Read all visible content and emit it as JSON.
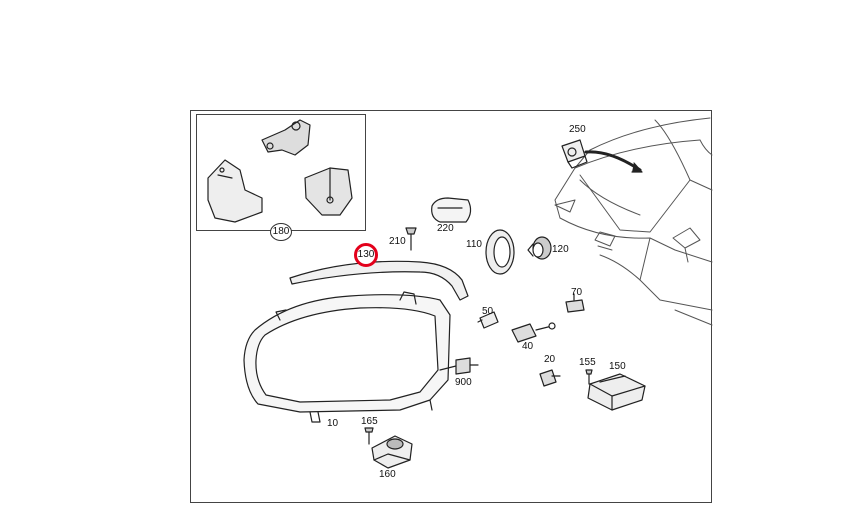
{
  "parts": {
    "p10": "10",
    "p20": "20",
    "p40": "40",
    "p50": "50",
    "p70": "70",
    "p110": "110",
    "p120": "120",
    "p130": "130",
    "p150": "150",
    "p155": "155",
    "p160": "160",
    "p165": "165",
    "p180": "180",
    "p210": "210",
    "p220": "220",
    "p250": "250",
    "p900": "900"
  },
  "highlight_color": "#e3001b"
}
